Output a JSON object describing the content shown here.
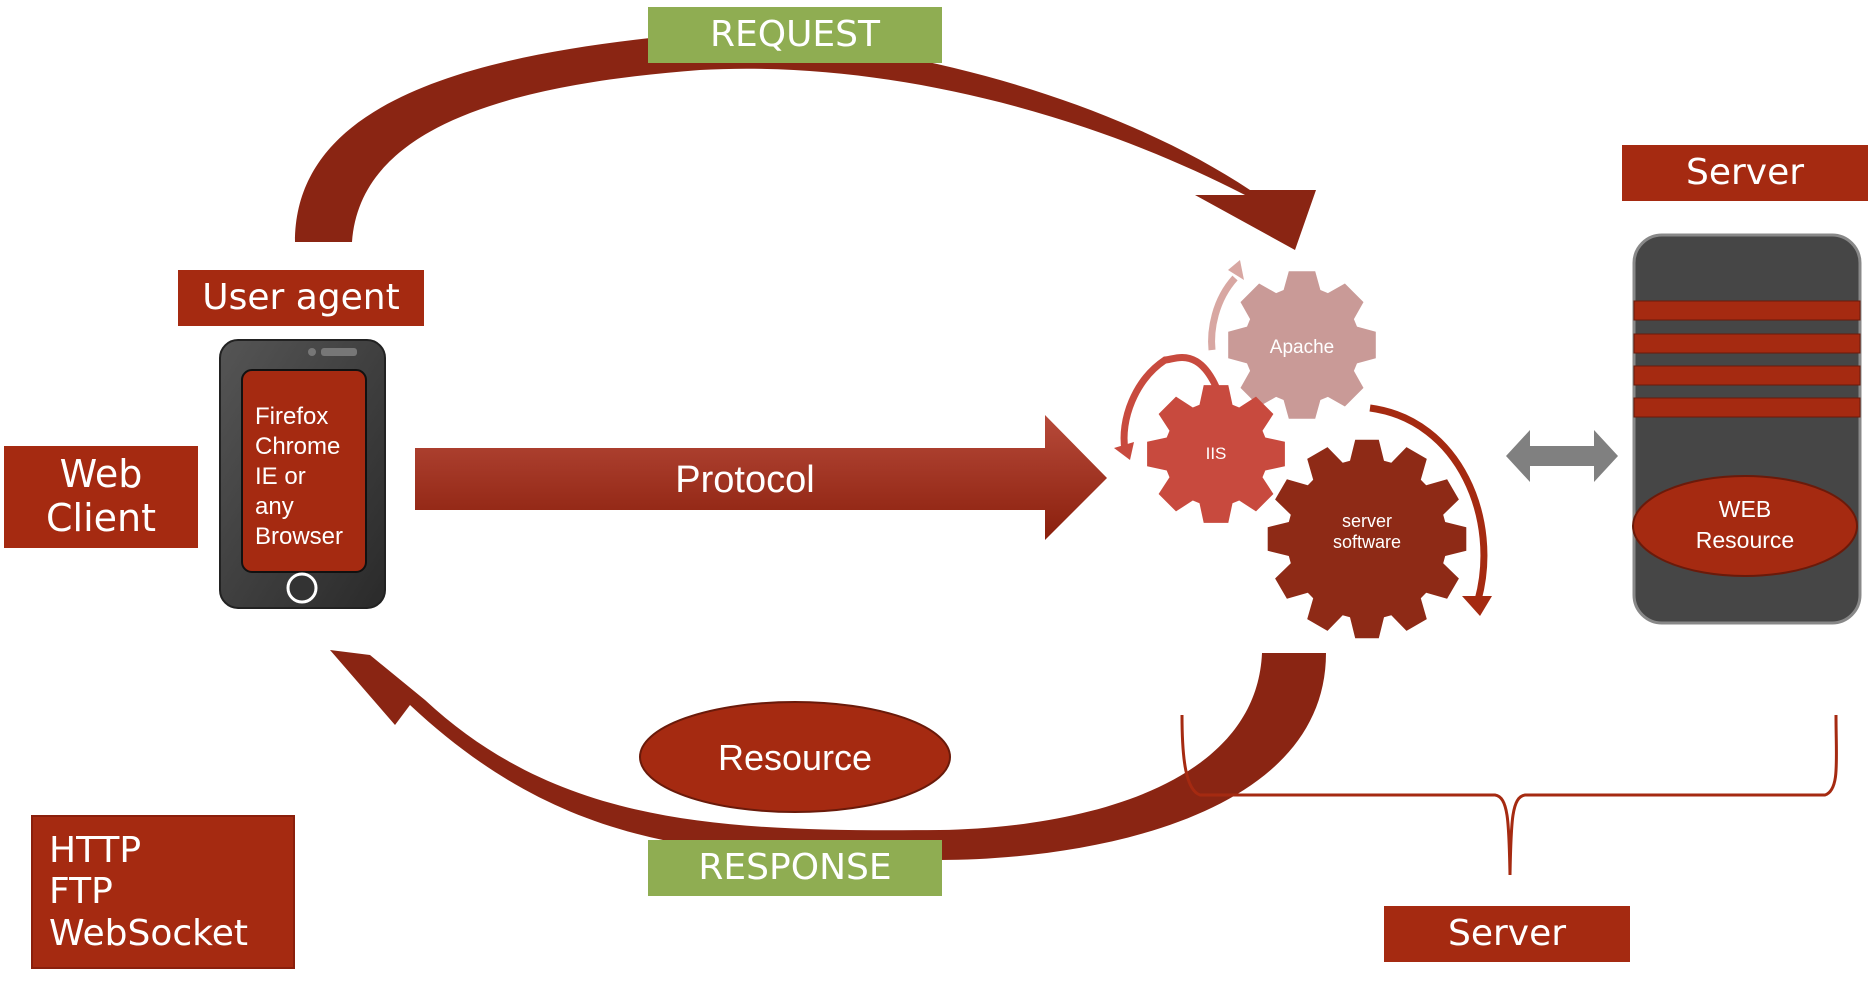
{
  "labels": {
    "request": "REQUEST",
    "response": "RESPONSE",
    "user_agent": "User agent",
    "web_client": [
      "Web",
      "Client"
    ],
    "browsers": [
      "Firefox",
      "Chrome",
      "IE or",
      "any",
      "Browser"
    ],
    "protocol": "Protocol",
    "protocols": [
      "HTTP",
      "FTP",
      "WebSocket"
    ],
    "resource": "Resource",
    "server_top": "Server",
    "server_bottom": "Server",
    "web_resource": [
      "WEB",
      "Resource"
    ],
    "gears": {
      "apache": "Apache",
      "iis": "IIS",
      "server_software": [
        "server",
        "software"
      ]
    }
  },
  "colors": {
    "brand_red": "#a52a11",
    "dark_red": "#8a1f0c",
    "green": "#8fad52",
    "apache_pink": "#c99a97",
    "iis_red": "#c84a3e",
    "gear_dark": "#8e2a16",
    "server_gray": "#464646",
    "arrow_gray": "#808080"
  }
}
